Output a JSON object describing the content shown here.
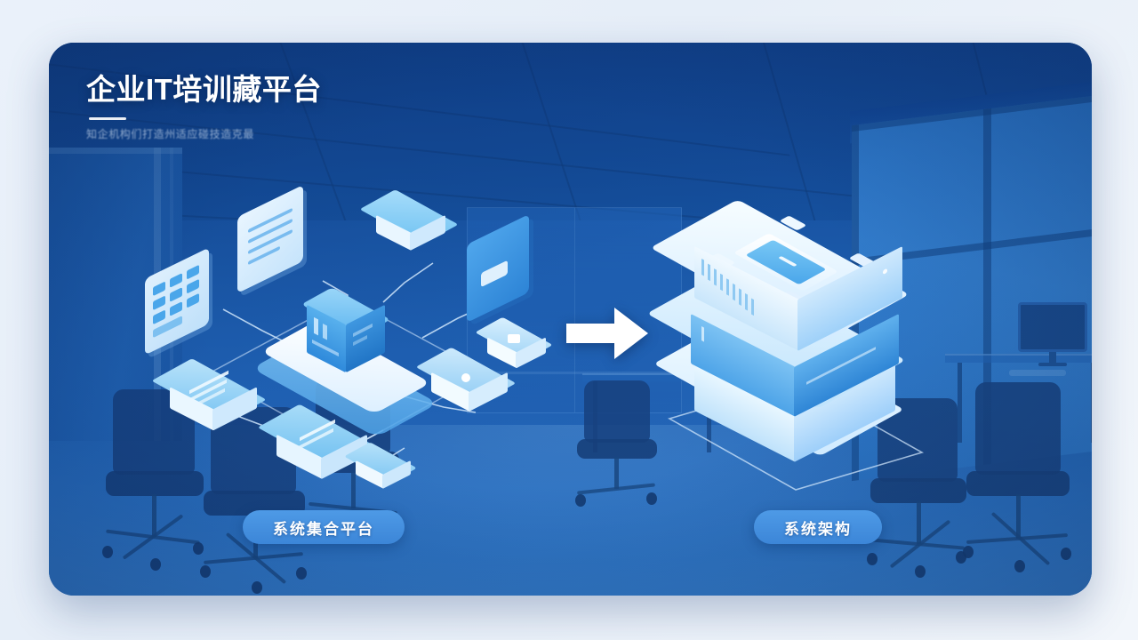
{
  "page": {
    "background_color": "#eaf1fa",
    "card_color": "#12448f",
    "accent_color": "#4e9ae6"
  },
  "header": {
    "title": "企业IT培训藏平台",
    "subtitle": "知企机构们打造州适应碰技造克最",
    "divider": true
  },
  "illustration": {
    "left_scene_name": "isometric-network-of-modules",
    "right_scene_name": "isometric-layered-server-stack",
    "arrow_icon": "arrow-right-icon",
    "left_nodes": [
      {
        "name": "grid-panel-node",
        "glyph": "grid"
      },
      {
        "name": "document-panel-node",
        "glyph": "lines"
      },
      {
        "name": "chip-box-node",
        "glyph": "chip"
      },
      {
        "name": "book-panel-node",
        "glyph": "book"
      },
      {
        "name": "list-box-node",
        "glyph": "list"
      },
      {
        "name": "form-box-node",
        "glyph": "form"
      },
      {
        "name": "disc-box-node",
        "glyph": "disc"
      },
      {
        "name": "small-box-node",
        "glyph": "tile"
      },
      {
        "name": "mini-box-node",
        "glyph": "tile"
      },
      {
        "name": "cube-hub-node",
        "glyph": "hub"
      }
    ],
    "right_layers": [
      "top-module",
      "middle-layer",
      "base-layer"
    ]
  },
  "labels": {
    "left_pill": "系统集合平台",
    "right_pill": "系统架构"
  }
}
